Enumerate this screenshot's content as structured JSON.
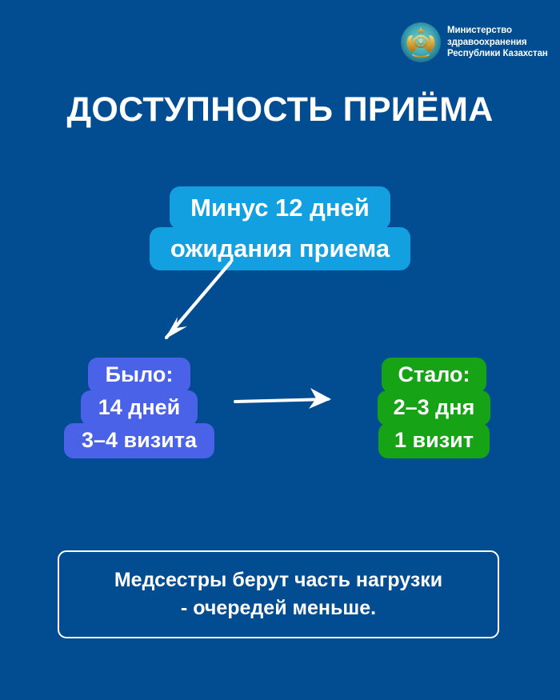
{
  "theme": {
    "background": "#024C91",
    "accent_cyan": "#13A0E0",
    "accent_indigo": "#4A62E8",
    "accent_green": "#16A316",
    "text": "#FFFFFF"
  },
  "header": {
    "emblem_name": "kazakhstan-coat-of-arms",
    "ministry": {
      "line1": "Министерство",
      "line2": "здравоохранения",
      "line3": "Республики Казахстан"
    }
  },
  "title": "ДОСТУПНОСТЬ ПРИЁМА",
  "callout": {
    "line1": "Минус 12 дней",
    "line2": "ожидания приема"
  },
  "comparison": {
    "before": {
      "heading": "Было:",
      "line2": "14 дней",
      "line3": "3–4 визита"
    },
    "after": {
      "heading": "Стало:",
      "line2": "2–3 дня",
      "line3": "1 визит"
    }
  },
  "arrows": {
    "diagonal_name": "arrow-down-left",
    "horizontal_name": "arrow-right"
  },
  "note": {
    "line1": "Медсестры берут часть нагрузки",
    "line2": "- очередей меньше."
  }
}
